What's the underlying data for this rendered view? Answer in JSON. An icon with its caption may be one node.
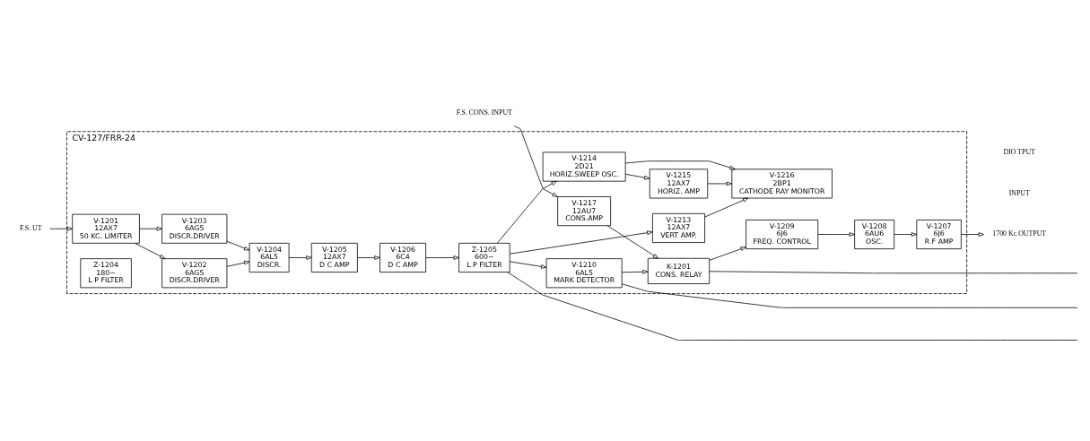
{
  "diagram": {
    "nodes": [
      {
        "text": [
          "CV-127/FRR-24"
        ]
      },
      {
        "text": [
          "V-1201",
          "12AX7",
          "50 KC. LIMITER"
        ],
        "in": 0
      },
      {
        "text": [
          "V-1202",
          "6AG5",
          "DISCR.DRIVER"
        ],
        "in": 0
      },
      {
        "text": [
          "V-1203",
          "6AG5",
          "DISCR.DRIVER"
        ],
        "in": 0
      },
      {
        "text": [
          "V-1204",
          "6AL5",
          "DISCR."
        ],
        "in": 0
      },
      {
        "text": [
          "V-1205",
          "12AX7",
          "D C AMP"
        ],
        "in": 0
      },
      {
        "text": [
          "V-1206",
          "6C4",
          "D C AMP"
        ],
        "in": 0
      },
      {
        "text": [
          "Z-1204",
          "180~",
          "L P FILTER"
        ],
        "in": 0
      },
      {
        "text": [
          "Z-1205",
          "600~",
          "L P FILTER"
        ],
        "in": 0
      },
      {
        "text": [
          "V-1213",
          "12AX7",
          "VERT AMP."
        ],
        "in": 0
      },
      {
        "text": [
          "V-1216",
          "2BP1",
          "CATHODE RAY MONITOR"
        ],
        "in": 0
      },
      {
        "text": [
          "V-1215",
          "12AX7",
          "HORIZ. AMP"
        ],
        "in": 0
      },
      {
        "text": [
          "V-1214",
          "2D21",
          "HORIZ.SWEEP OSC."
        ],
        "in": 0
      },
      {
        "text": [
          "V-1210",
          "6AL5",
          "MARK DETECTOR"
        ],
        "in": 0
      },
      {
        "text": [
          "V-1207",
          "6J6",
          "R F AMP"
        ],
        "in": 0
      },
      {
        "text": [
          "V-1208",
          "6AU6",
          "OSC."
        ],
        "in": 0
      },
      {
        "text": [
          "V-1209",
          "6J6",
          "FREQ. CONTROL"
        ],
        "in": 0
      },
      {
        "text": [
          "K-1201",
          "CONS. RELAY"
        ],
        "in": 0
      },
      {
        "text": [
          "V-1217",
          "12AU7",
          "CONS.AMP"
        ],
        "in": 0
      },
      {
        "text": [
          "F.S. UT"
        ]
      },
      {
        "text": [
          "1700 Kc.OUTPUT"
        ]
      },
      {
        "text": [
          "F.S. CONS. INPUT"
        ]
      }
    ],
    "edges": [
      {
        "from": 19,
        "to": 1,
        "arrow": "to"
      },
      {
        "from": 1,
        "to": 2,
        "arrow": "to"
      },
      {
        "from": 1,
        "to": 3,
        "arrow": "to"
      },
      {
        "from": 2,
        "to": 4,
        "arrow": "to"
      },
      {
        "from": 3,
        "to": 4,
        "arrow": "to"
      },
      {
        "from": 4,
        "to": 5,
        "arrow": "to"
      },
      {
        "from": 5,
        "to": 6,
        "arrow": "to"
      },
      {
        "from": 6,
        "to": 8,
        "arrow": "to"
      },
      {
        "from": 8,
        "to": 13,
        "arrow": "to"
      },
      {
        "from": 8,
        "to": 12,
        "arrow": "to"
      },
      {
        "from": 8,
        "to": 9,
        "arrow": "to"
      },
      {
        "from": 9,
        "to": 10,
        "arrow": "to"
      },
      {
        "from": 11,
        "to": 10,
        "arrow": "to"
      },
      {
        "from": 12,
        "to": 11,
        "arrow": "to"
      },
      {
        "from": 12,
        "to": 10,
        "arrow": "to"
      },
      {
        "from": 13,
        "to": 17,
        "arrow": "to"
      },
      {
        "from": 17,
        "to": 16,
        "arrow": "to"
      },
      {
        "from": 16,
        "to": 15,
        "arrow": "to"
      },
      {
        "from": 15,
        "to": 14,
        "arrow": "to"
      },
      {
        "from": 14,
        "to": 20,
        "arrow": "to"
      },
      {
        "from": 18,
        "to": 17,
        "arrow": "to"
      },
      {
        "from": 21,
        "to": 18,
        "arrow": "to"
      },
      {
        "from": 8,
        "to": null,
        "arrow": "none"
      },
      {
        "from": 13,
        "to": null,
        "arrow": "none"
      },
      {
        "from": 17,
        "to": null,
        "arrow": "none"
      }
    ],
    "labels": [
      "INPUT",
      "DIO TPUT"
    ]
  }
}
